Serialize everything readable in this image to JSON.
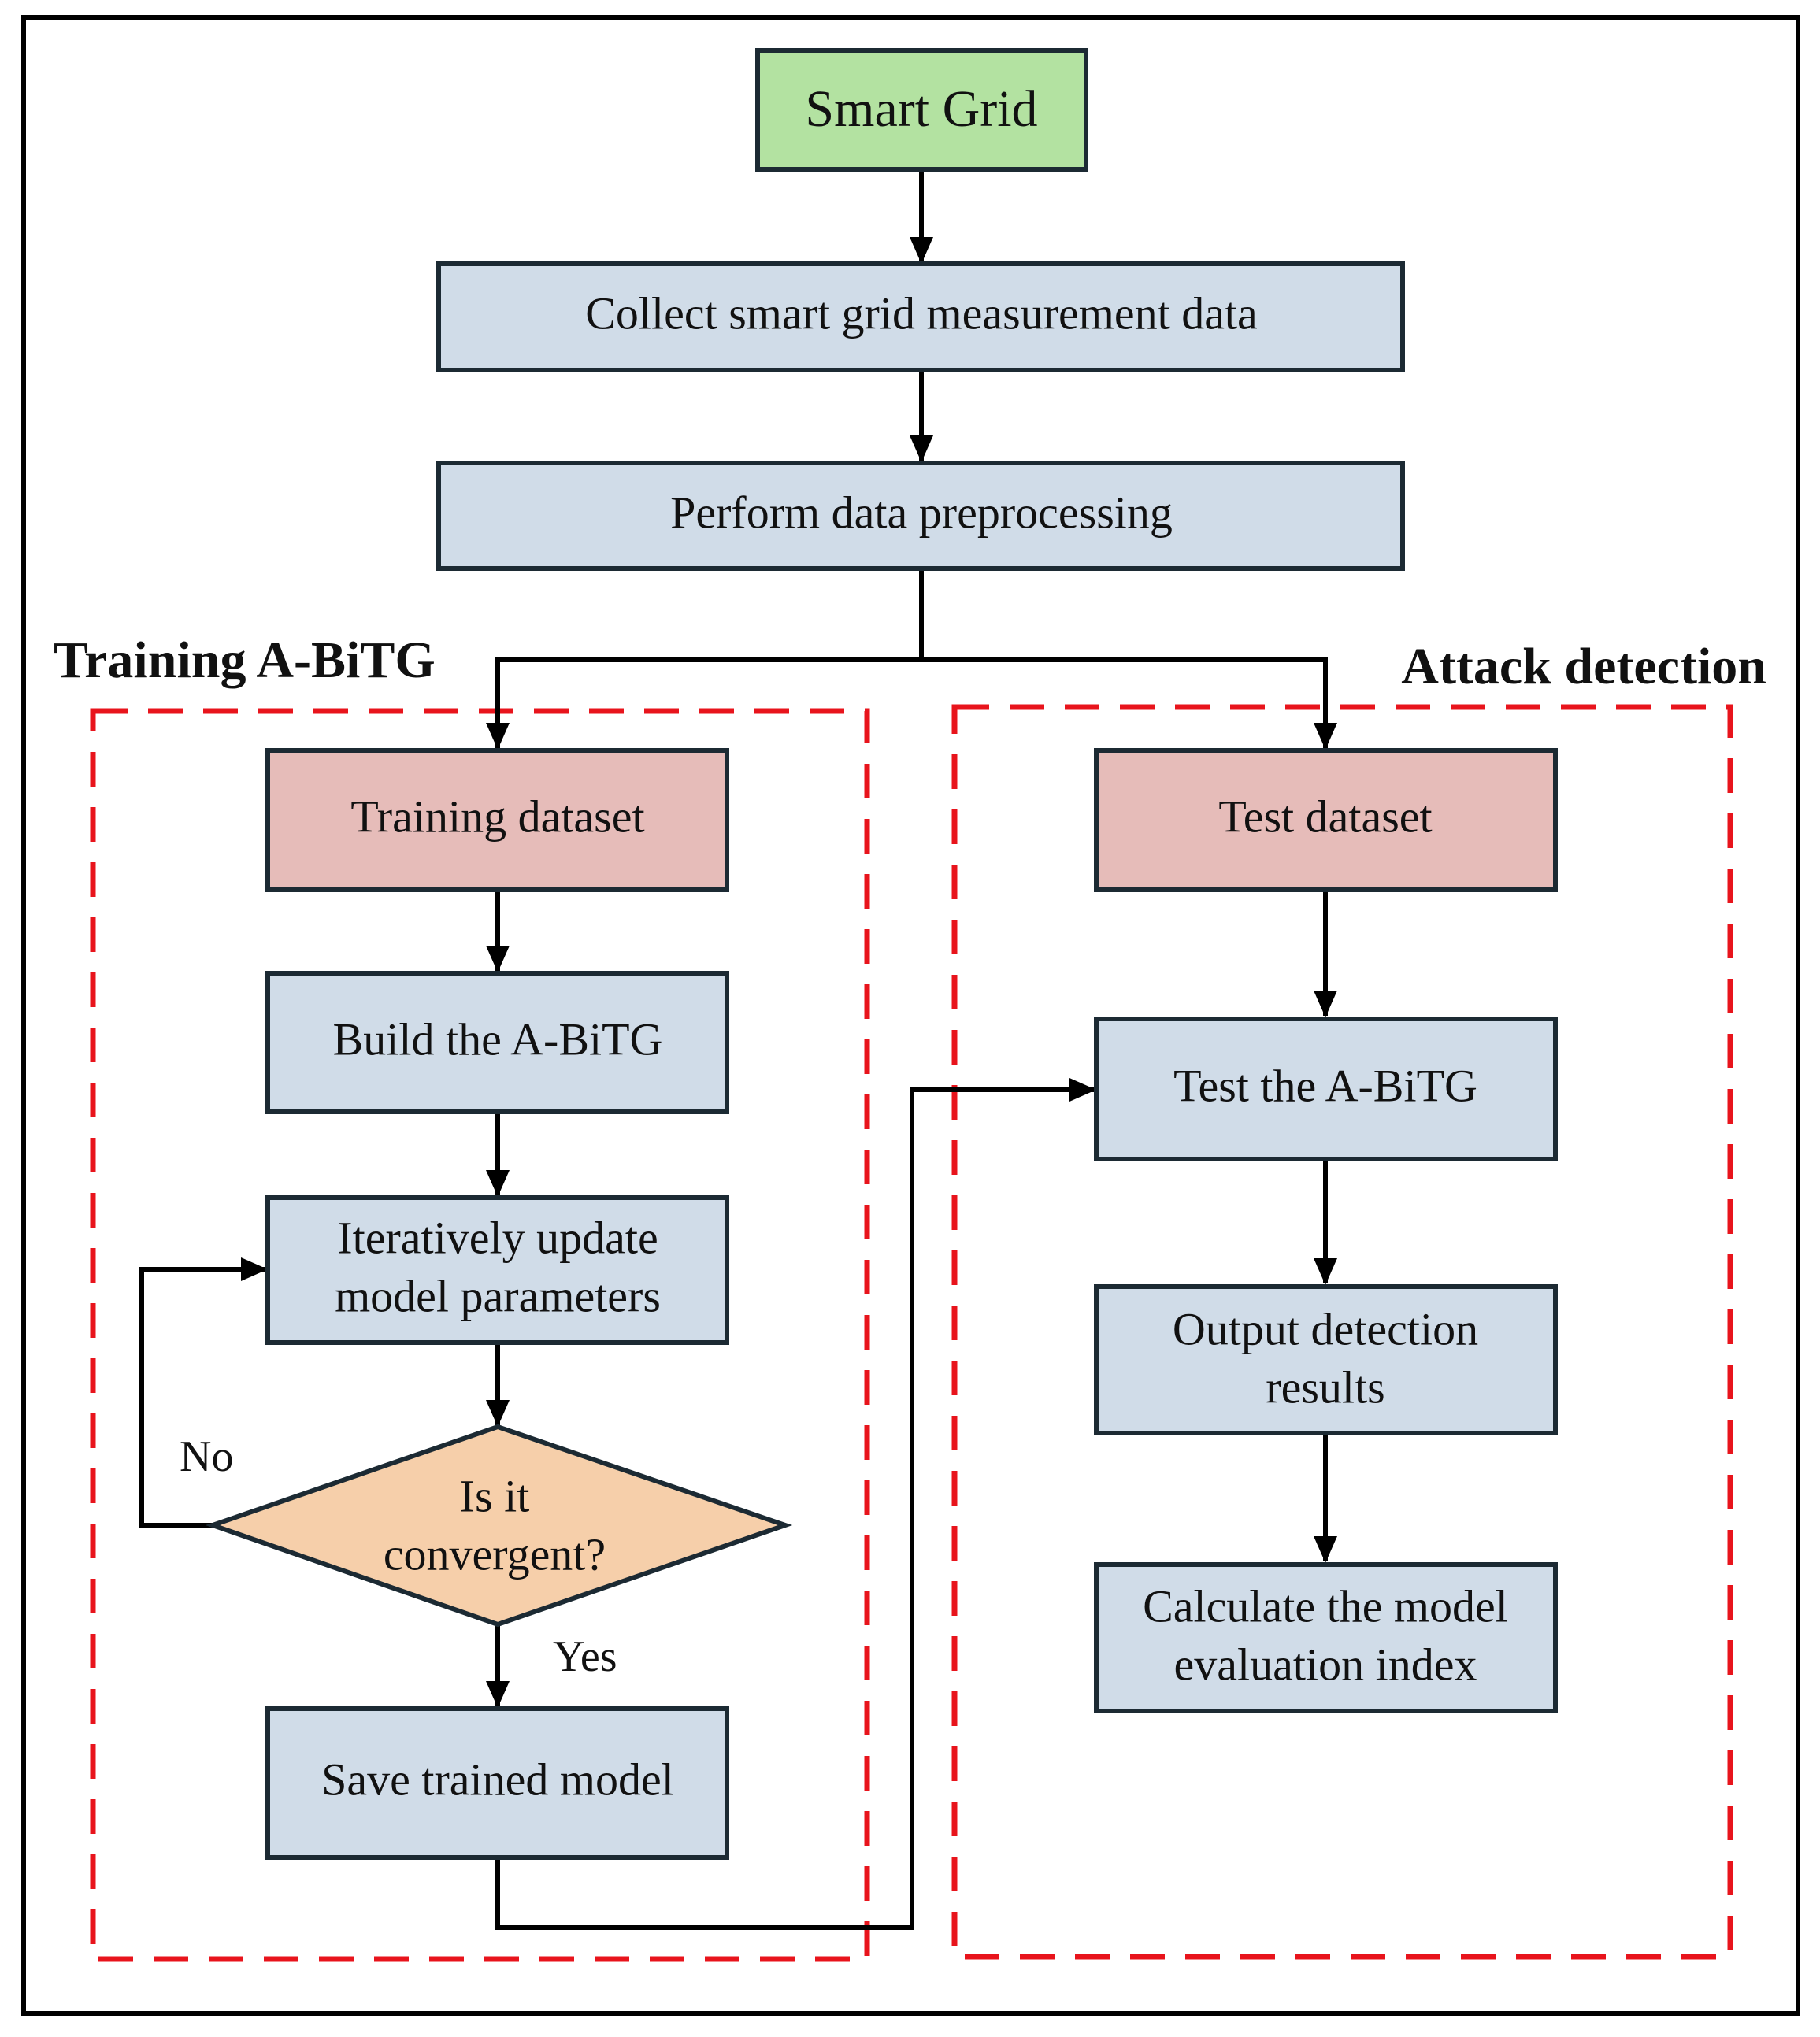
{
  "colors": {
    "start_fill": "#b3e2a1",
    "process_fill": "#d0dce8",
    "dataset_fill": "#e6bcb9",
    "decision_fill": "#f6cfaa",
    "stroke": "#1c2a33",
    "region_dash": "#e8141c",
    "arrow": "#000000"
  },
  "nodes": {
    "smart_grid": "Smart Grid",
    "collect": "Collect smart grid measurement data",
    "preprocess": "Perform data preprocessing",
    "training_dataset": "Training dataset",
    "build": "Build the A-BiTG",
    "iterate": [
      "Iteratively update",
      "model parameters"
    ],
    "decision": [
      "Is it",
      "convergent?"
    ],
    "save": "Save trained model",
    "test_dataset": "Test dataset",
    "test_model": "Test the A-BiTG",
    "output": [
      "Output detection",
      "results"
    ],
    "calculate": [
      "Calculate the model",
      "evaluation index"
    ]
  },
  "regions": {
    "training": "Training A-BiTG",
    "attack": "Attack detection"
  },
  "edge_labels": {
    "no": "No",
    "yes": "Yes"
  }
}
